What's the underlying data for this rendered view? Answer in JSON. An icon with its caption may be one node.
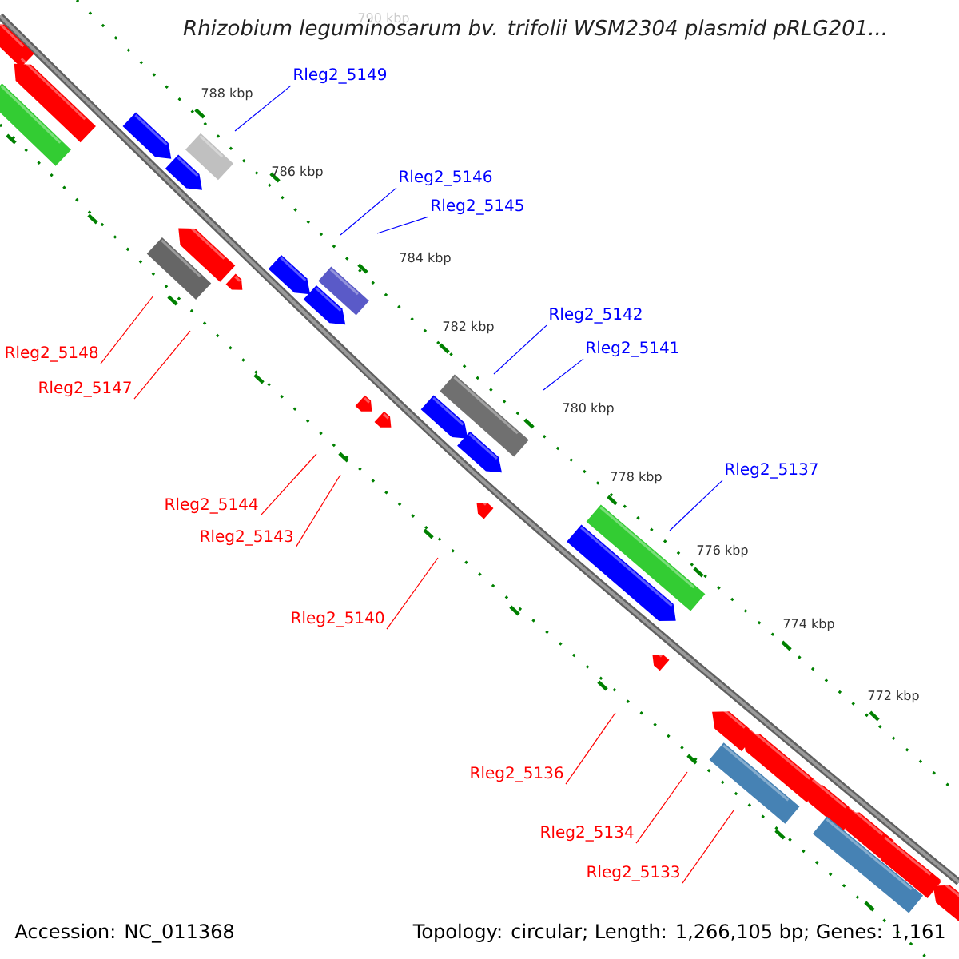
{
  "diagram": {
    "title": "Rhizobium leguminosarum bv. trifolii WSM2304 plasmid pRLG201...",
    "nodes": [
      {
        "text": [
          "Rleg2_5149"
        ]
      },
      {
        "text": [
          "Rleg2_5146"
        ]
      },
      {
        "text": [
          "Rleg2_5145"
        ]
      },
      {
        "text": [
          "Rleg2_5142"
        ]
      },
      {
        "text": [
          "Rleg2_5141"
        ]
      },
      {
        "text": [
          "Rleg2_5137"
        ]
      },
      {
        "text": [
          "Rleg2_5148"
        ]
      },
      {
        "text": [
          "Rleg2_5147"
        ]
      },
      {
        "text": [
          "Rleg2_5144"
        ]
      },
      {
        "text": [
          "Rleg2_5143"
        ]
      },
      {
        "text": [
          "Rleg2_5140"
        ]
      },
      {
        "text": [
          "Rleg2_5136"
        ]
      },
      {
        "text": [
          "Rleg2_5134"
        ]
      },
      {
        "text": [
          "Rleg2_5133"
        ]
      }
    ],
    "edges": [
      {
        "from": 0,
        "to": null,
        "arrow": "none",
        "color": "#0000ff"
      },
      {
        "from": 1,
        "to": null,
        "arrow": "none",
        "color": "#0000ff"
      },
      {
        "from": 2,
        "to": null,
        "arrow": "none",
        "color": "#0000ff"
      },
      {
        "from": 3,
        "to": null,
        "arrow": "none",
        "color": "#0000ff"
      },
      {
        "from": 4,
        "to": null,
        "arrow": "none",
        "color": "#0000ff"
      },
      {
        "from": 5,
        "to": null,
        "arrow": "none",
        "color": "#0000ff"
      },
      {
        "from": 6,
        "to": null,
        "arrow": "none"
      },
      {
        "from": 7,
        "to": null,
        "arrow": "none"
      },
      {
        "from": 8,
        "to": null,
        "arrow": "none"
      },
      {
        "from": 9,
        "to": null,
        "arrow": "none"
      },
      {
        "from": 10,
        "to": null,
        "arrow": "none"
      },
      {
        "from": 11,
        "to": null,
        "arrow": "none"
      },
      {
        "from": 12,
        "to": null,
        "arrow": "none"
      },
      {
        "from": 13,
        "to": null,
        "arrow": "none"
      }
    ],
    "labels": [
      "790 kbp",
      "788 kbp",
      "786 kbp",
      "784 kbp",
      "782 kbp",
      "780 kbp",
      "778 kbp",
      "776 kbp",
      "774 kbp",
      "772 kbp",
      "Accession: NC_011368",
      "Topology: circular; Length: 1,266,105 bp; Genes: 1,161"
    ]
  }
}
